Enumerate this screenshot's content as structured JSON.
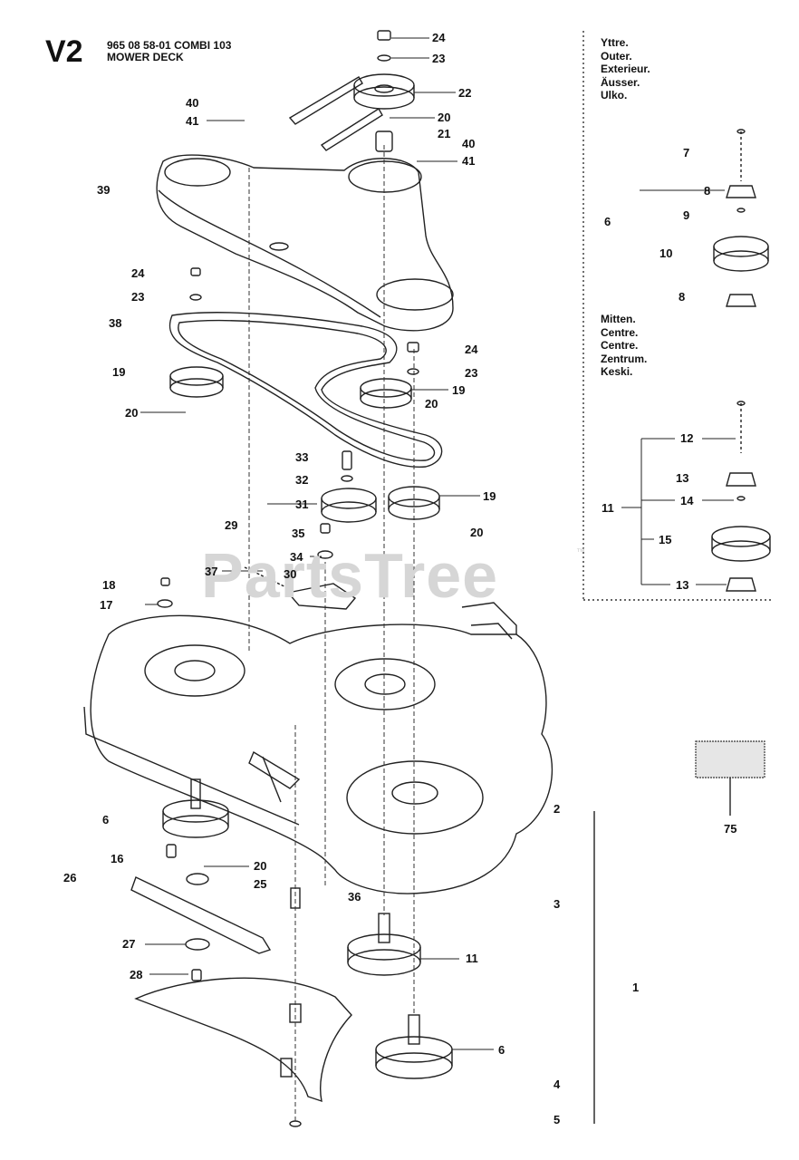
{
  "header": {
    "section_code": "V2",
    "part_line": "965 08 58-01 COMBI 103",
    "title": "MOWER DECK"
  },
  "watermark": {
    "text": "PartsTree",
    "trademark": "™"
  },
  "captions": {
    "outer": [
      "Yttre.",
      "Outer.",
      "Exterieur.",
      "Äusser.",
      "Ulko."
    ],
    "center": [
      "Mitten.",
      "Centre.",
      "Centre.",
      "Zentrum.",
      "Keski."
    ]
  },
  "callouts": [
    {
      "id": "c24a",
      "text": "24"
    },
    {
      "id": "c23a",
      "text": "23"
    },
    {
      "id": "c22",
      "text": "22"
    },
    {
      "id": "c40a",
      "text": "40"
    },
    {
      "id": "c41a",
      "text": "41"
    },
    {
      "id": "c20a",
      "text": "20"
    },
    {
      "id": "c21",
      "text": "21"
    },
    {
      "id": "c40b",
      "text": "40"
    },
    {
      "id": "c41b",
      "text": "41"
    },
    {
      "id": "c39",
      "text": "39"
    },
    {
      "id": "c24b",
      "text": "24"
    },
    {
      "id": "c23b",
      "text": "23"
    },
    {
      "id": "c38",
      "text": "38"
    },
    {
      "id": "c24c",
      "text": "24"
    },
    {
      "id": "c23c",
      "text": "23"
    },
    {
      "id": "c19a",
      "text": "19"
    },
    {
      "id": "c19b",
      "text": "19"
    },
    {
      "id": "c20b",
      "text": "20"
    },
    {
      "id": "c20c",
      "text": "20"
    },
    {
      "id": "c33",
      "text": "33"
    },
    {
      "id": "c32",
      "text": "32"
    },
    {
      "id": "c31",
      "text": "31"
    },
    {
      "id": "c19c",
      "text": "19"
    },
    {
      "id": "c29",
      "text": "29"
    },
    {
      "id": "c35",
      "text": "35"
    },
    {
      "id": "c20d",
      "text": "20"
    },
    {
      "id": "c34",
      "text": "34"
    },
    {
      "id": "c37",
      "text": "37"
    },
    {
      "id": "c30",
      "text": "30"
    },
    {
      "id": "c18",
      "text": "18"
    },
    {
      "id": "c17",
      "text": "17"
    },
    {
      "id": "c6a",
      "text": "6"
    },
    {
      "id": "c16",
      "text": "16"
    },
    {
      "id": "c20e",
      "text": "20"
    },
    {
      "id": "c26",
      "text": "26"
    },
    {
      "id": "c25",
      "text": "25"
    },
    {
      "id": "c36",
      "text": "36"
    },
    {
      "id": "c11a",
      "text": "11"
    },
    {
      "id": "c27",
      "text": "27"
    },
    {
      "id": "c28",
      "text": "28"
    },
    {
      "id": "c6b",
      "text": "6"
    },
    {
      "id": "c7",
      "text": "7"
    },
    {
      "id": "c8a",
      "text": "8"
    },
    {
      "id": "c9",
      "text": "9"
    },
    {
      "id": "c6c",
      "text": "6"
    },
    {
      "id": "c10",
      "text": "10"
    },
    {
      "id": "c8b",
      "text": "8"
    },
    {
      "id": "c12",
      "text": "12"
    },
    {
      "id": "c13a",
      "text": "13"
    },
    {
      "id": "c11b",
      "text": "11"
    },
    {
      "id": "c14",
      "text": "14"
    },
    {
      "id": "c15",
      "text": "15"
    },
    {
      "id": "c13b",
      "text": "13"
    },
    {
      "id": "c75",
      "text": "75"
    },
    {
      "id": "c2",
      "text": "2"
    },
    {
      "id": "c3",
      "text": "3"
    },
    {
      "id": "c1",
      "text": "1"
    },
    {
      "id": "c4",
      "text": "4"
    },
    {
      "id": "c5",
      "text": "5"
    }
  ]
}
